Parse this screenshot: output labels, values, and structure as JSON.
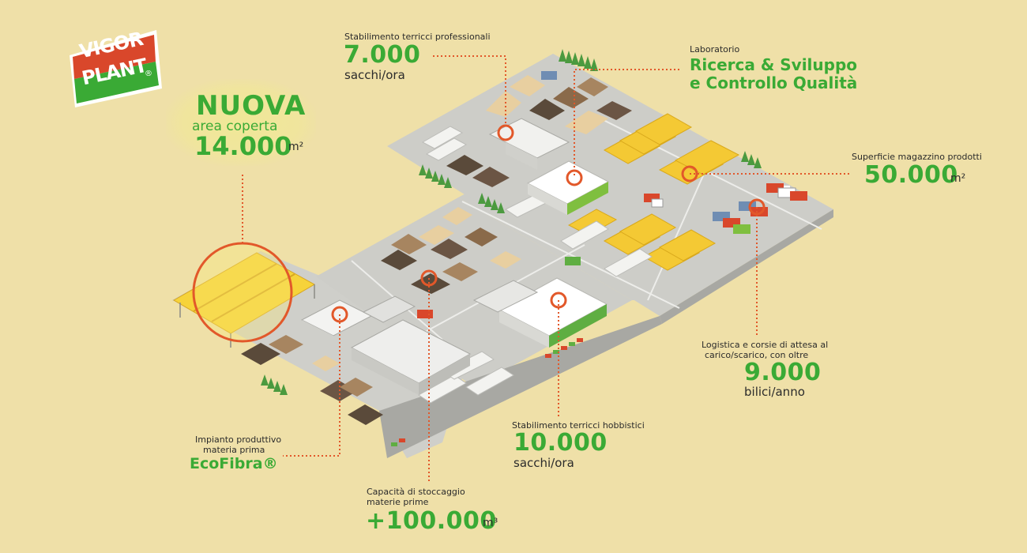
{
  "logo": {
    "line1": "VIGOR",
    "line2": "PLANT",
    "mark": "®"
  },
  "new_area": {
    "title": "NUOVA",
    "subtitle": "area coperta",
    "value": "14.000",
    "unit": "m²"
  },
  "professional_plant": {
    "label": "Stabilimento terricci professionali",
    "value": "7.000",
    "unit": "sacchi/ora"
  },
  "laboratory": {
    "label": "Laboratorio",
    "line1": "Ricerca & Sviluppo",
    "line2": "e Controllo Qualità"
  },
  "warehouse": {
    "label": "Superficie magazzino prodotti",
    "value": "50.000",
    "unit": "m²"
  },
  "logistics": {
    "line1": "Logistica e corsie di attesa al",
    "line2": "carico/scarico, con oltre",
    "value": "9.000",
    "unit": "bilici/anno"
  },
  "hobby_plant": {
    "label": "Stabilimento terricci hobbistici",
    "value": "10.000",
    "unit": "sacchi/ora"
  },
  "storage": {
    "line1": "Capacità di stoccaggio",
    "line2": "materie prime",
    "value": "+100.000",
    "unit": "m³"
  },
  "ecofibra": {
    "line1": "Impianto produttivo",
    "line2": "materia prima",
    "name": "EcoFibra®"
  },
  "colors": {
    "background": "#efe0a8",
    "accent_green": "#3aaa35",
    "accent_orange": "#e2582a",
    "logo_red": "#d9472b"
  },
  "icons": [
    "map-marker-icon",
    "tree-icon",
    "truck-icon",
    "hangar-icon",
    "warehouse-icon"
  ]
}
